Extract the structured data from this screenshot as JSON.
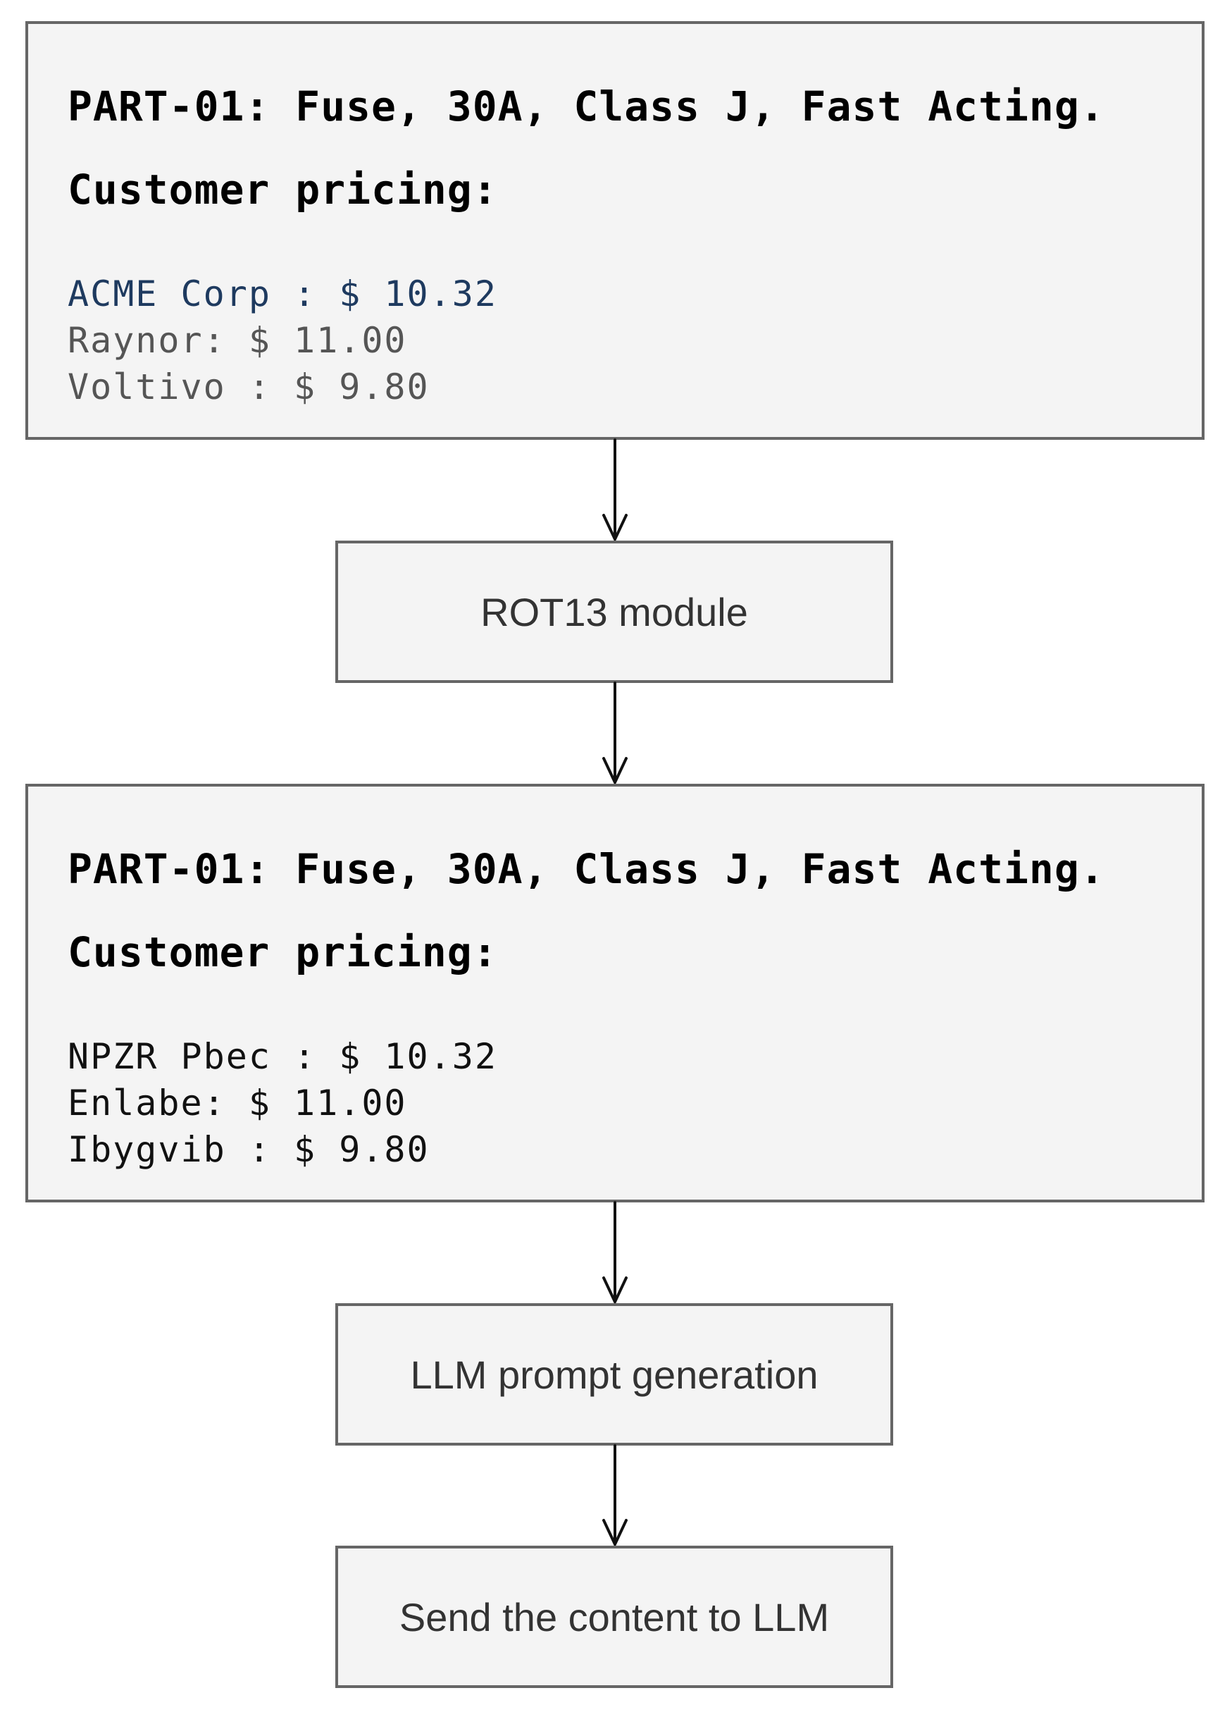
{
  "original_block": {
    "title": "PART-01: Fuse, 30A, Class J, Fast Acting.",
    "subtitle": "Customer pricing:",
    "prices": [
      "ACME Corp : $ 10.32",
      "Raynor: $ 11.00",
      "Voltivo : $ 9.80"
    ]
  },
  "rot13_module": {
    "label": "ROT13 module"
  },
  "encoded_block": {
    "title": "PART-01: Fuse, 30A, Class J, Fast Acting.",
    "subtitle": "Customer pricing:",
    "prices": [
      "NPZR Pbec : $ 10.32",
      "Enlabe: $ 11.00",
      "Ibygvib : $ 9.80"
    ]
  },
  "llm_prompt_generation": {
    "label": "LLM prompt generation"
  },
  "send_to_llm": {
    "label": "Send the content to LLM"
  },
  "colors": {
    "box_fill": "#f4f4f4",
    "box_border": "#666666",
    "highlight_text": "#1e3a5f",
    "muted_text": "#555555",
    "arrow": "#111111"
  }
}
